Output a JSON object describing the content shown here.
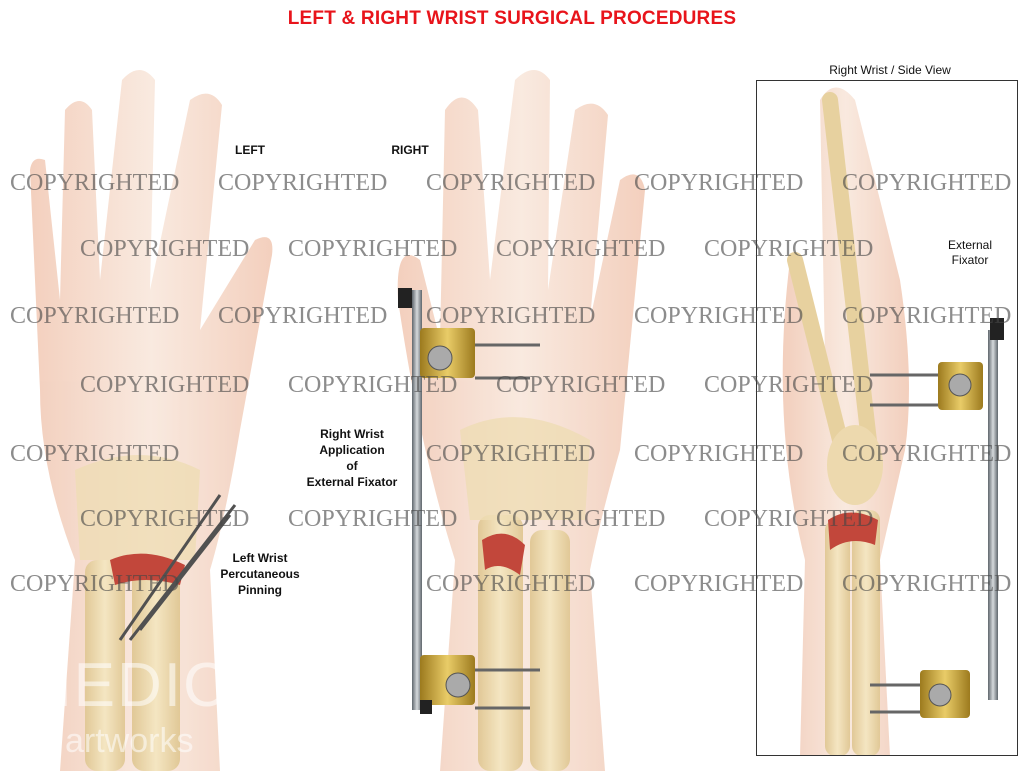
{
  "title": "LEFT & RIGHT WRIST SURGICAL PROCEDURES",
  "labels": {
    "left": "LEFT",
    "right": "RIGHT",
    "side_view": "Right Wrist / Side View",
    "external_fixator": [
      "External",
      "Fixator"
    ],
    "right_wrist_application": [
      "Right Wrist",
      "Application",
      "of",
      "External Fixator"
    ],
    "left_wrist_pinning": [
      "Left Wrist",
      "Percutaneous",
      "Pinning"
    ]
  },
  "watermark": {
    "text": "COPYRIGHTED",
    "brand_line1": "MEDICAL",
    "brand_line2": "artworks"
  },
  "colors": {
    "title": "#e8141b",
    "skin": "#f4d8c6",
    "bone": "#ead3a0",
    "fracture": "#b8281a",
    "fixator_metal": "#8f969c",
    "fixator_clamp": "#c9a53a"
  }
}
